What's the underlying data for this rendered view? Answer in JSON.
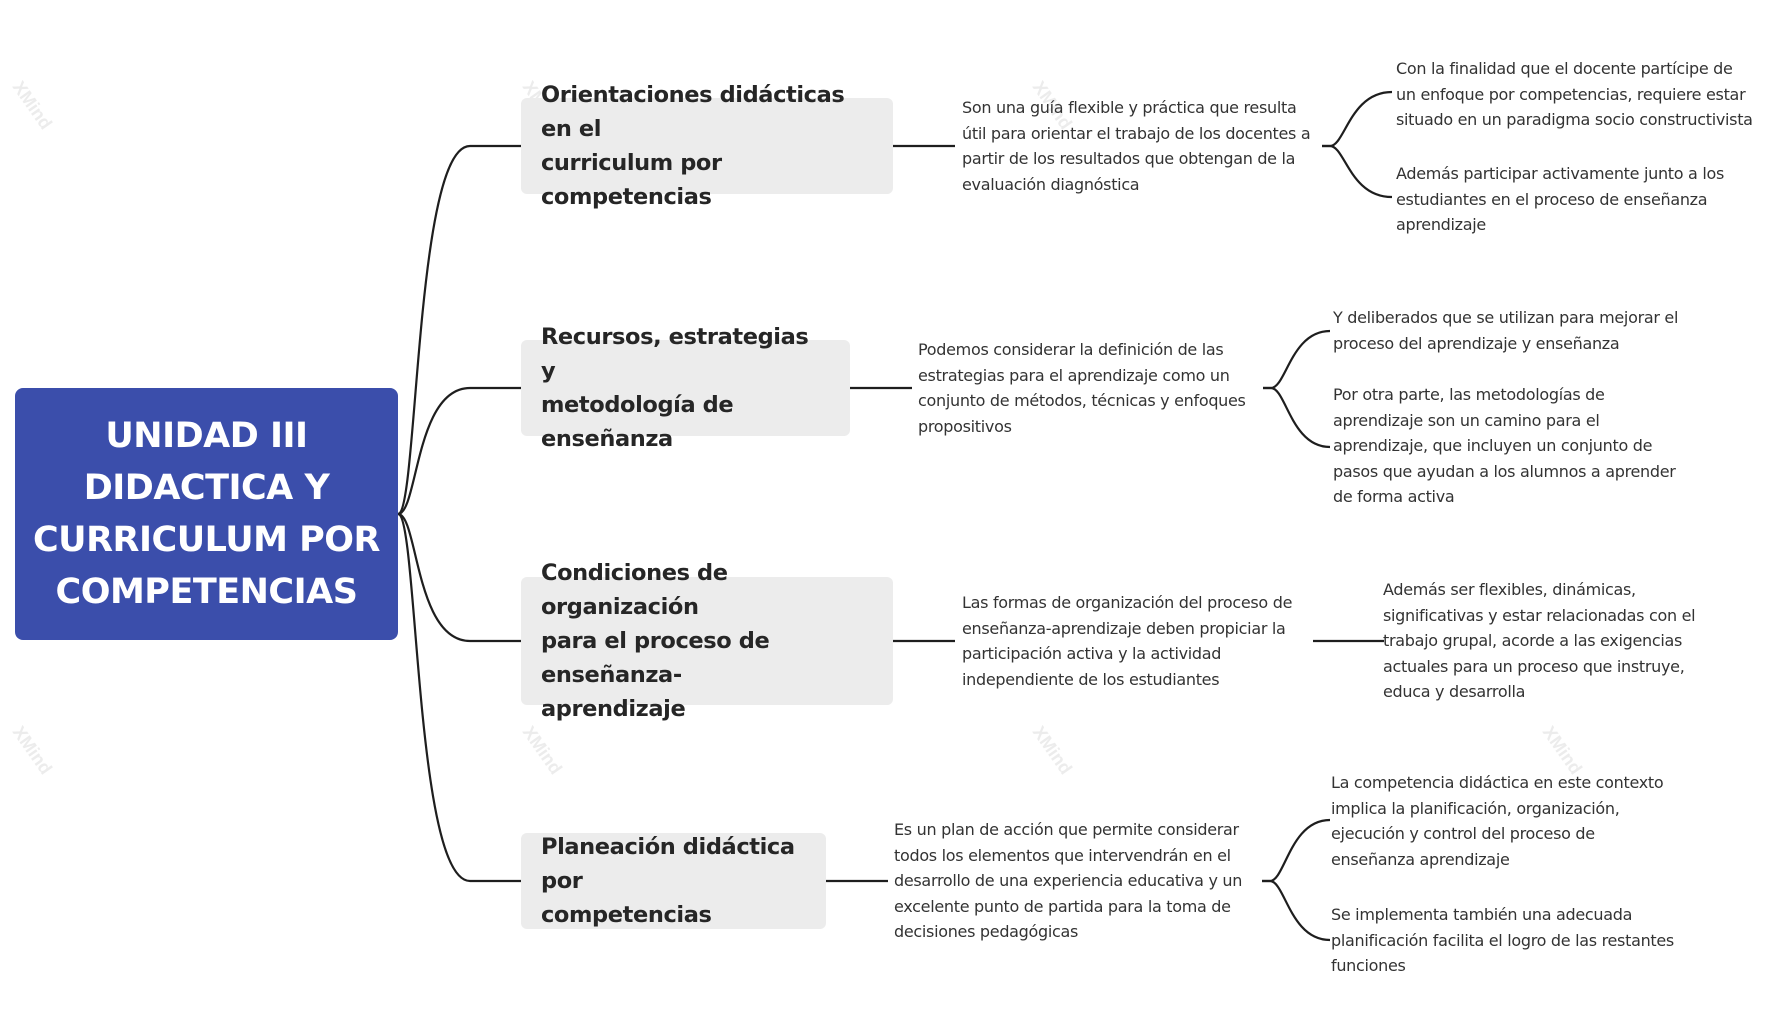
{
  "root": {
    "label": "UNIDAD III\nDIDACTICA Y\nCURRICULUM POR\nCOMPETENCIAS",
    "color": "#3b4eab"
  },
  "branches": [
    {
      "topic": "Orientaciones didácticas en el\ncurriculum por competencias",
      "summary": "Son una guía flexible y práctica que resulta\nútil para orientar el trabajo de los docentes a\npartir de los resultados que obtengan de la\nevaluación diagnóstica",
      "details": [
        "Con la finalidad que el docente partícipe de\nun enfoque por competencias, requiere estar\nsituado en un paradigma socio constructivista",
        "Además participar activamente junto a los\nestudiantes en el proceso de enseñanza\naprendizaje"
      ]
    },
    {
      "topic": "Recursos, estrategias y\nmetodología de enseñanza",
      "summary": "Podemos considerar la definición de las\nestrategias para el aprendizaje como un\nconjunto de métodos, técnicas y enfoques\npropositivos",
      "details": [
        " Y deliberados que se utilizan para mejorar el\nproceso del aprendizaje y enseñanza",
        "Por otra parte, las metodologías de\naprendizaje son un camino para el\naprendizaje, que incluyen un conjunto de\npasos que ayudan a los alumnos a aprender\nde forma activa"
      ]
    },
    {
      "topic": "Condiciones de organización\npara el proceso de enseñanza-\naprendizaje",
      "summary": "Las formas de organización del proceso de\nenseñanza-aprendizaje deben propiciar la\nparticipación activa y la actividad\nindependiente de los estudiantes",
      "details": [
        "Además ser flexibles, dinámicas,\nsignificativas y estar relacionadas con el\ntrabajo grupal, acorde a las exigencias\nactuales para un proceso que instruye,\neduca y desarrolla"
      ]
    },
    {
      "topic": "Planeación didáctica por\ncompetencias",
      "summary": "Es un plan de acción que permite considerar\ntodos los elementos que intervendrán en el\ndesarrollo de una experiencia educativa y un\nexcelente punto de partida para la toma de\ndecisiones pedagógicas",
      "details": [
        "La competencia didáctica en este contexto\nimplica la planificación, organización,\nejecución y control del proceso de\nenseñanza aprendizaje",
        "Se implementa también una adecuada\nplanificación facilita el logro de las restantes\nfunciones"
      ]
    }
  ],
  "watermark": "XMind"
}
